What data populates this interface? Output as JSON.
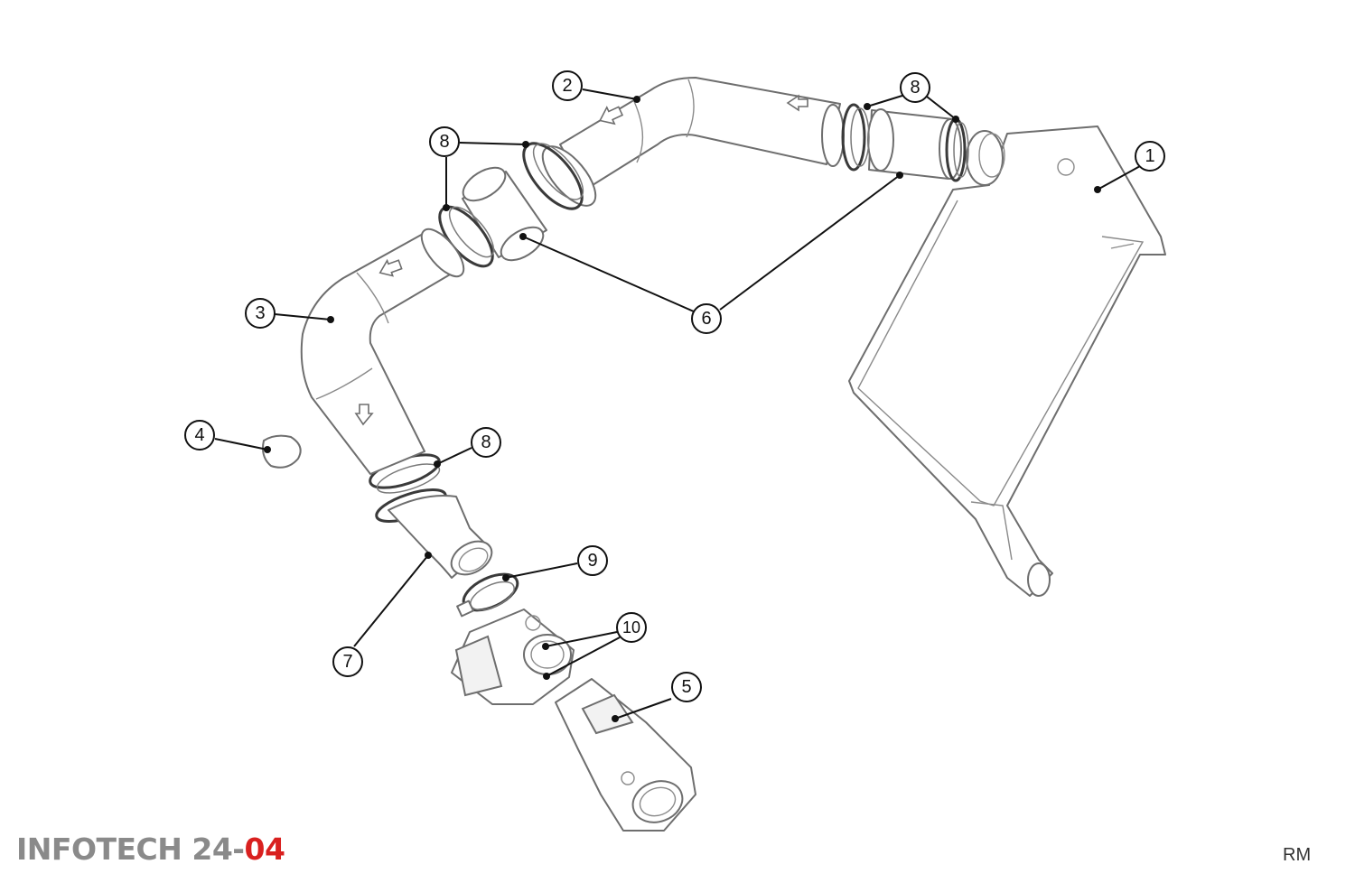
{
  "callouts": [
    {
      "id": "1",
      "label": "1"
    },
    {
      "id": "2",
      "label": "2"
    },
    {
      "id": "3",
      "label": "3"
    },
    {
      "id": "4",
      "label": "4"
    },
    {
      "id": "5",
      "label": "5"
    },
    {
      "id": "6",
      "label": "6"
    },
    {
      "id": "7",
      "label": "7"
    },
    {
      "id": "8a",
      "label": "8"
    },
    {
      "id": "8b",
      "label": "8"
    },
    {
      "id": "8c",
      "label": "8"
    },
    {
      "id": "9",
      "label": "9"
    },
    {
      "id": "10",
      "label": "10"
    }
  ],
  "footer": {
    "brand_main": "INFOTECH 24-",
    "brand_accent": "04",
    "initials": "RM"
  },
  "colors": {
    "brand_grey": "#8a8a8a",
    "brand_red": "#d9201f",
    "line": "#111111",
    "part_stroke": "#6e6e6e"
  }
}
